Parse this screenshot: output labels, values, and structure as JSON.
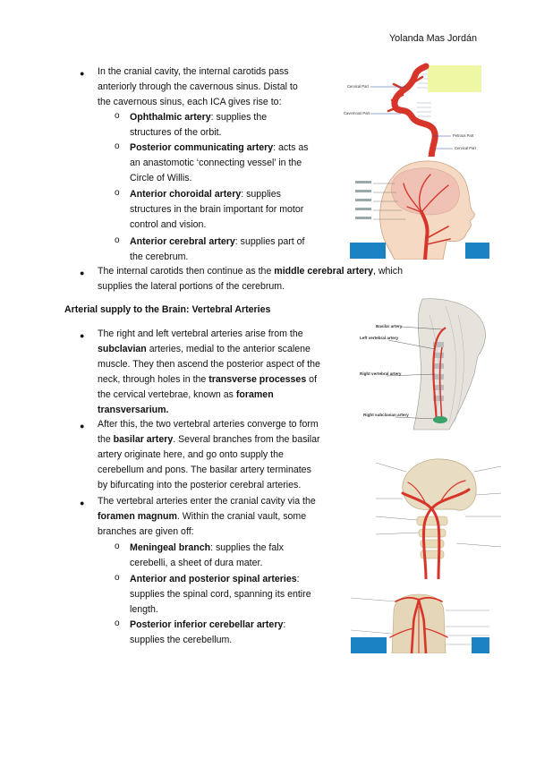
{
  "header": {
    "author": "Yolanda Mas Jordán"
  },
  "section1": {
    "intro": "In the cranial cavity, the internal carotids pass anteriorly through the cavernous sinus. Distal to the cavernous sinus, each ICA gives rise to:",
    "intro_lines": [
      "In the cranial cavity, the internal carotids pass",
      "anteriorly through the cavernous sinus. Distal to",
      "the cavernous sinus, each ICA gives rise to:"
    ],
    "branches": [
      {
        "name": "Ophthalmic artery",
        "lines": [
          ": supplies the",
          "structures of the orbit."
        ]
      },
      {
        "name": "Posterior communicating artery",
        "lines": [
          ": acts as",
          "an anastomotic ‘connecting vessel’ in the",
          "Circle of Willis."
        ]
      },
      {
        "name": "Anterior choroidal artery",
        "lines": [
          ": supplies",
          "structures in the brain important for motor",
          "control and vision."
        ]
      },
      {
        "name": "Anterior cerebral artery",
        "lines": [
          ": supplies part of",
          "the cerebrum."
        ]
      }
    ],
    "mca_line1_pre": "The internal carotids then continue as the ",
    "mca_bold": "middle cerebral artery",
    "mca_line1_post": ", which",
    "mca_line2": "supplies the lateral portions of the cerebrum."
  },
  "section2": {
    "heading": "Arterial supply to the Brain: Vertebral Arteries",
    "p1": {
      "l1": "The right and left vertebral arteries arise from the",
      "l2_bold": "subclavian",
      "l2_rest": " arteries, medial to the anterior scalene",
      "l3": "muscle. They then ascend the posterior aspect of the",
      "l4_pre": "neck, through holes in the ",
      "l4_bold": "transverse processes",
      "l4_post": " of",
      "l5_pre": "the cervical vertebrae, known as ",
      "l5_bold": "foramen",
      "l6_bold": "transversarium."
    },
    "p2": {
      "l1": "After this, the two vertebral arteries converge to form",
      "l2_pre": "the ",
      "l2_bold": "basilar artery",
      "l2_post": ". Several branches from the basilar",
      "l3": "artery originate here, and go onto supply the",
      "l4": "cerebellum and pons. The basilar artery terminates",
      "l5": "by bifurcating into the posterior cerebral arteries."
    },
    "p3": {
      "l1": "The vertebral arteries enter the cranial cavity via the",
      "l2_bold": "foramen magnum",
      "l2_post": ". Within the cranial vault, some",
      "l3": "branches are given off:"
    },
    "branches": [
      {
        "name": "Meningeal branch",
        "lines": [
          ": supplies the falx",
          "cerebelli, a sheet of dura mater."
        ]
      },
      {
        "name": "Anterior and posterior spinal arteries",
        "lines": [
          ":",
          "supplies the spinal cord, spanning its entire",
          "length."
        ]
      },
      {
        "name": "Posterior inferior cerebellar artery",
        "lines": [
          ":",
          "supplies the cerebellum."
        ]
      }
    ]
  },
  "figures": {
    "carotid_parts": {
      "labels": [
        "Cervical Part",
        "Cavernous Part",
        "Petrous Part",
        "Cervical Part"
      ]
    },
    "neck": {
      "labels": [
        "Basilar artery",
        "Left vertebral artery",
        "Right vertebral artery",
        "Right subclavian artery"
      ]
    }
  },
  "colors": {
    "artery": "#d8352a",
    "accent_blue": "#1b82c4",
    "label_blue": "#2a4fa0",
    "label_red": "#c0392b"
  }
}
